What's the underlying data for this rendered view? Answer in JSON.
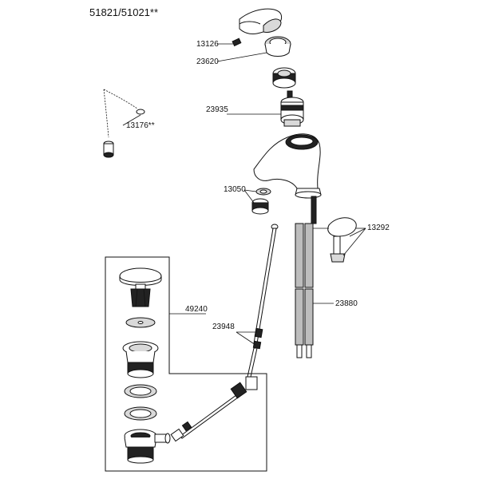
{
  "title": "51821/51021**",
  "parts": {
    "p13126": "13126",
    "p23620": "23620",
    "p13176": "13176**",
    "p23935": "23935",
    "p13050": "13050",
    "p13292": "13292",
    "p49240": "49240",
    "p23948": "23948",
    "p23880": "23880"
  }
}
